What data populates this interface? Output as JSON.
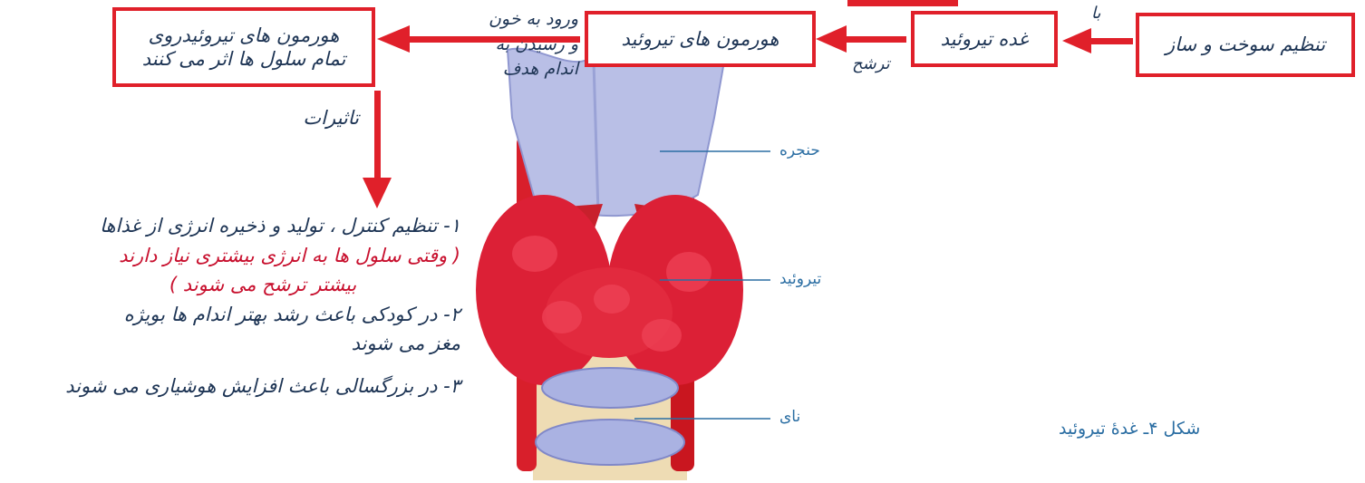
{
  "flow": {
    "box_regulation": "تنظیم سوخت و ساز",
    "with_label": "با",
    "box_thyroid_gland": "غده تیروئید",
    "secretion_label": "ترشح",
    "box_thyroid_hormones": "هورمون های تیروئید",
    "blood_entry_note": [
      "ورود به خون",
      "و رسیدن به",
      "اندام هدف"
    ],
    "box_effect_lines": [
      "هورمون های تیروئیدروی",
      "تمام سلول ها اثر می کنند"
    ],
    "effects_label": "تاثیرات"
  },
  "effects": {
    "item1_line1": "۱- تنظیم کنترل ، تولید و ذخیره انرژی از غذاها",
    "item1_red_line1": "( وقتی سلول ها به انرژی بیشتری نیاز دارند",
    "item1_red_line2": "بیشتر ترشح می شوند )",
    "item2_line1": "۲- در کودکی باعث رشد بهتر اندام ها بویژه",
    "item2_line2": "مغز می شوند",
    "item3_line1": "۳- در بزرگسالی باعث افزایش هوشیاری می شوند"
  },
  "illustration_labels": {
    "larynx": "حنجره",
    "thyroid": "تیروئید",
    "trachea": "نای"
  },
  "caption": "شکل ۴ـ غدۀ تیروئید",
  "colors": {
    "accent_red": "#e0202a",
    "text_navy": "#1e3555",
    "label_blue": "#2b6ea3"
  }
}
